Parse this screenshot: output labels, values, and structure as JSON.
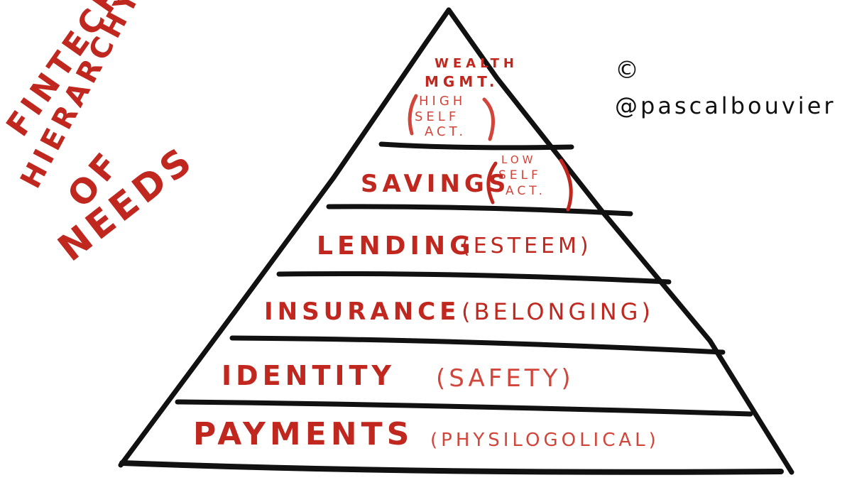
{
  "title": {
    "line1": "FINTECH",
    "line2": "HIERARCHY",
    "line3": "OF",
    "line4": "NEEDS"
  },
  "credit": {
    "copyright_symbol": "©",
    "handle": "@pascalbouvier"
  },
  "levels": {
    "top": {
      "label": "WEALTH",
      "label2": "MGMT.",
      "paren1": "HIGH",
      "paren2": "SELF",
      "paren3": "ACT."
    },
    "savings": {
      "label": "SAVINGS",
      "paren1": "LOW",
      "paren2": "SELF",
      "paren3": "ACT."
    },
    "lending": {
      "label": "LENDING",
      "paren": "(ESTEEM)"
    },
    "insurance": {
      "label": "INSURANCE",
      "paren": "(BELONGING)"
    },
    "identity": {
      "label": "IDENTITY",
      "paren": "(SAFETY)"
    },
    "payments": {
      "label": "PAYMENTS",
      "paren": "(PHYSILOGOLICAL)"
    }
  },
  "colors": {
    "ink": "#111111",
    "marker_red": "#c0271f"
  }
}
